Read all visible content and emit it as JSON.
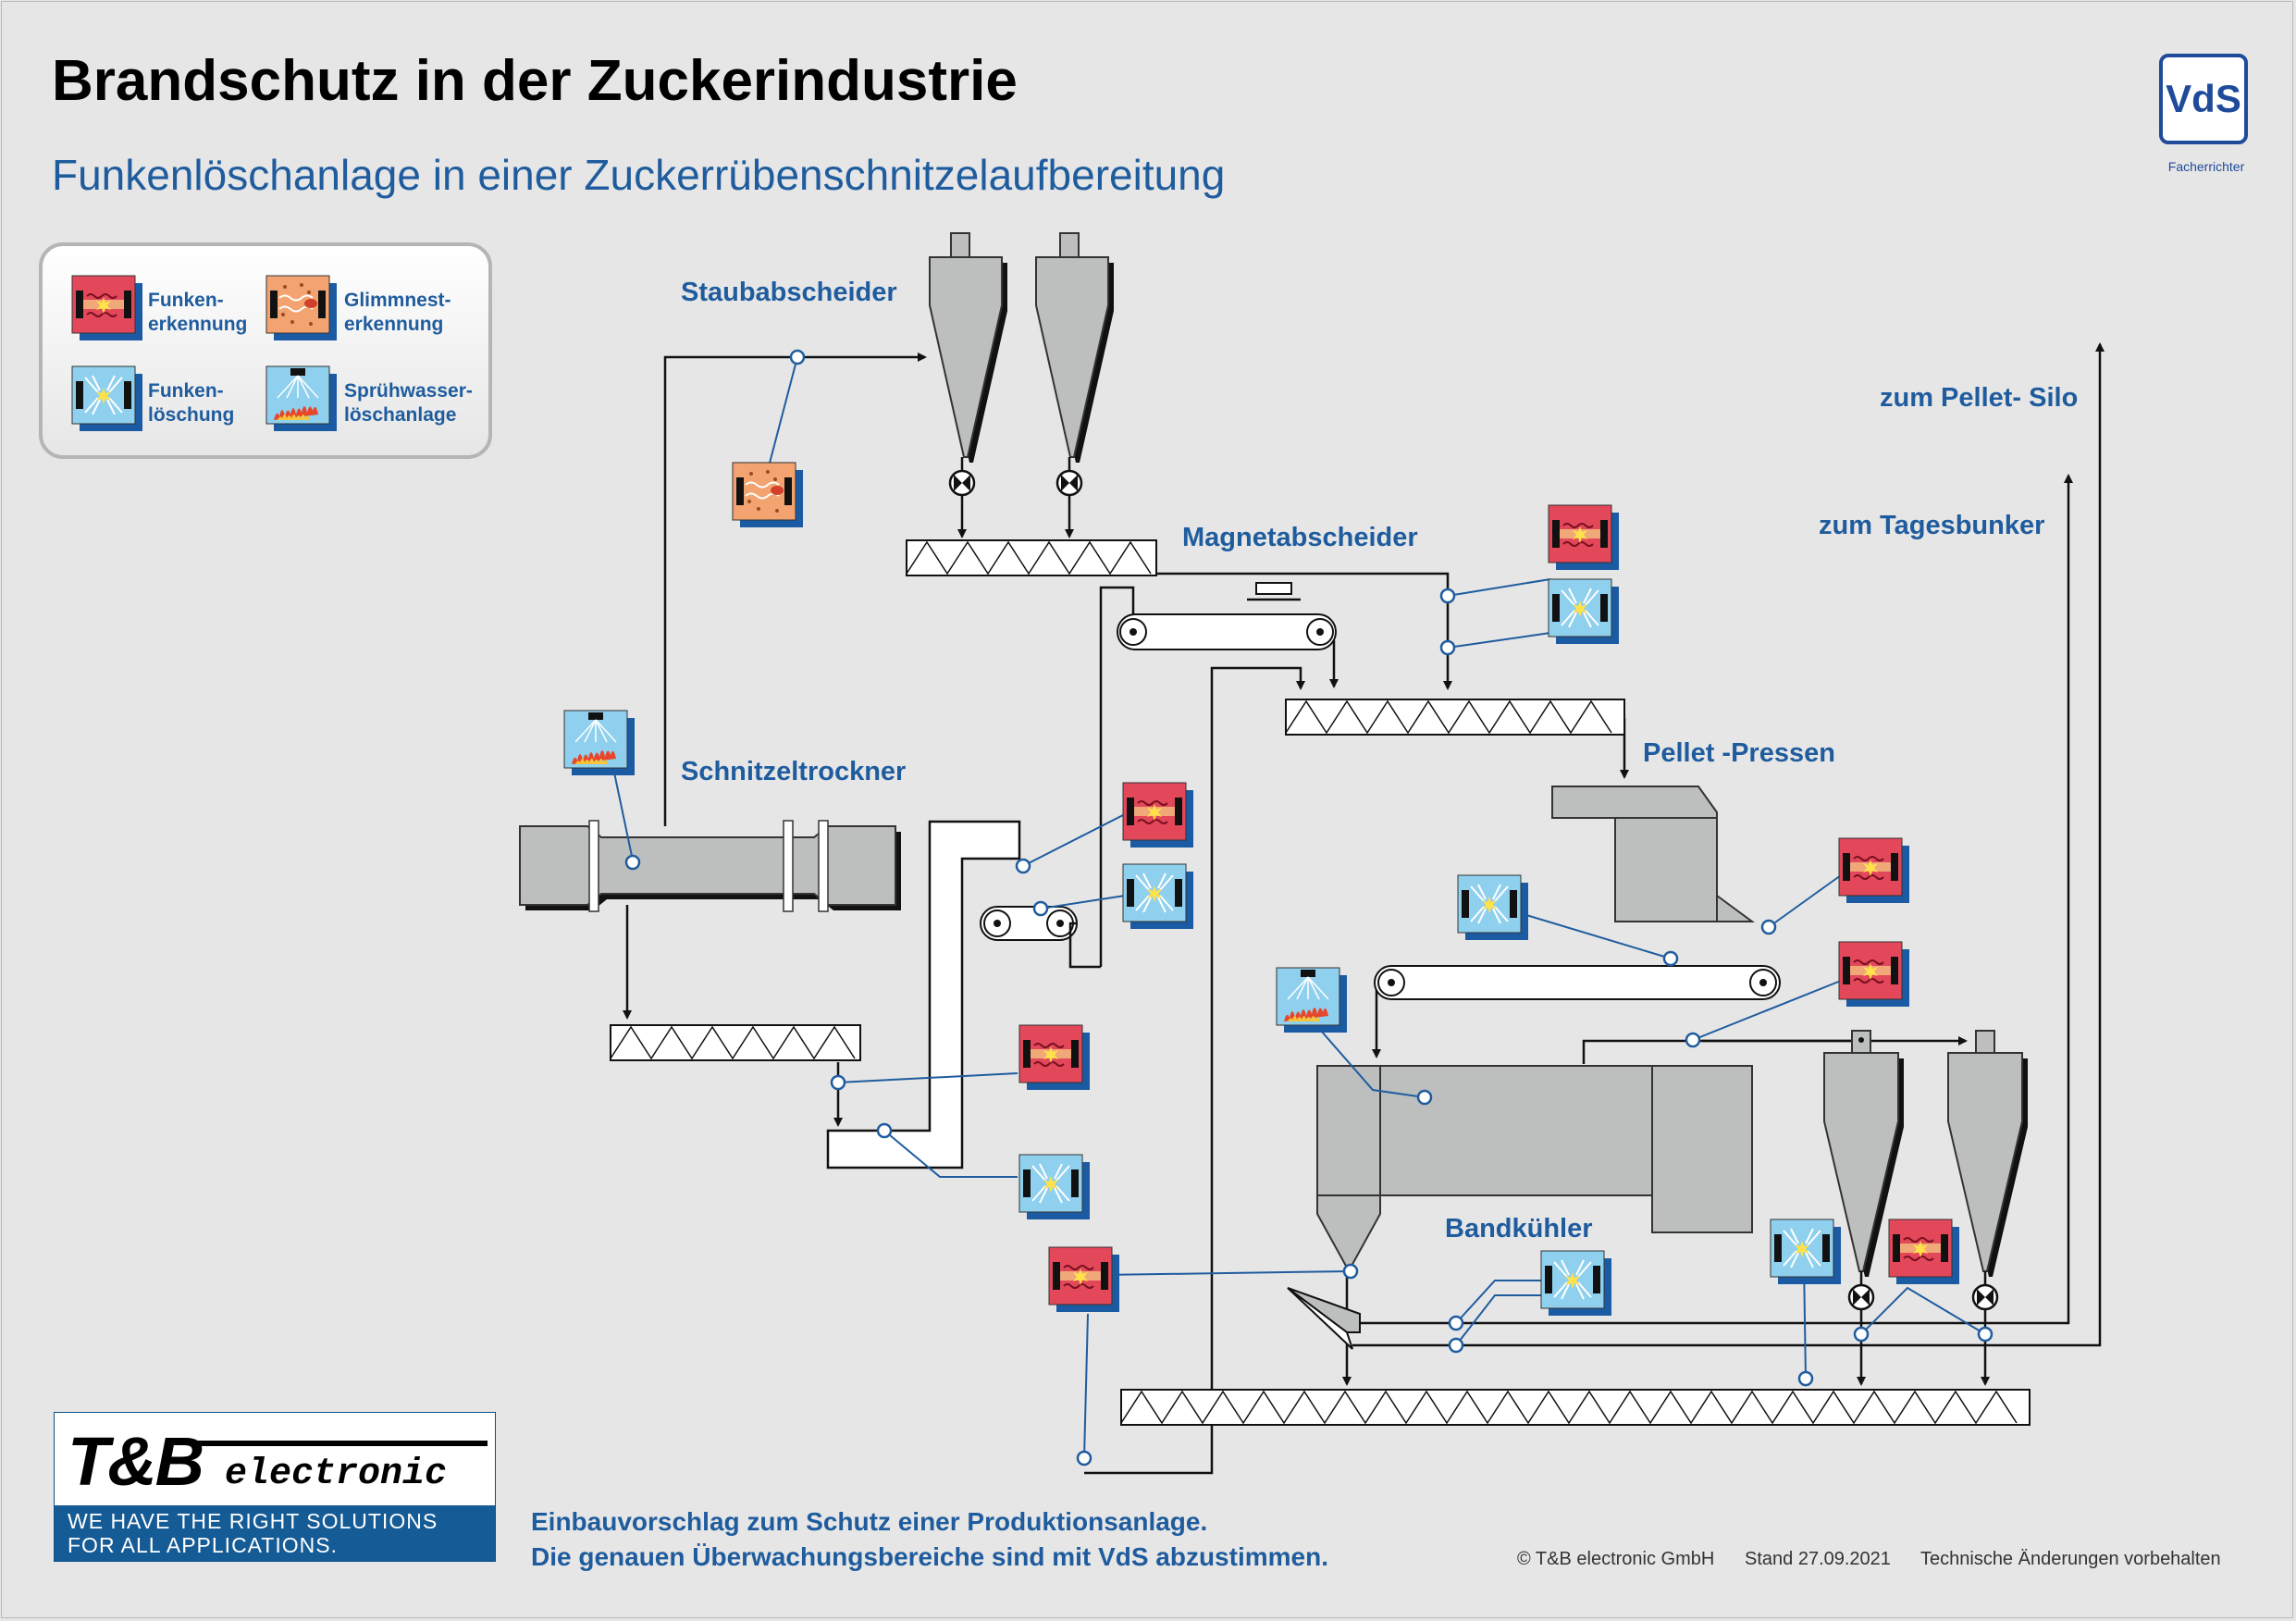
{
  "header": {
    "title": "Brandschutz in der Zuckerindustrie",
    "subtitle": "Funkenlöschanlage in einer Zuckerrübenschnitzelaufbereitung"
  },
  "badge": {
    "text": "VdS",
    "caption": "Facherrichter"
  },
  "legend": {
    "items": [
      {
        "line1": "Funken-",
        "line2": "erkennung",
        "icon": "spark-detector-icon"
      },
      {
        "line1": "Glimmnest-",
        "line2": "erkennung",
        "icon": "ember-detector-icon"
      },
      {
        "line1": "Funken-",
        "line2": "löschung",
        "icon": "spark-extinguisher-icon"
      },
      {
        "line1": "Sprühwasser-",
        "line2": "löschanlage",
        "icon": "water-spray-icon"
      }
    ]
  },
  "labels": {
    "staubabscheider": "Staubabscheider",
    "magnetabscheider": "Magnetabscheider",
    "schnitzeltrockner": "Schnitzeltrockner",
    "pellet_pressen": "Pellet -Pressen",
    "bandkuehler": "Bandkühler",
    "pellet_silo": "zum Pellet- Silo",
    "tagesbunker": "zum Tagesbunker"
  },
  "logo": {
    "name_main": "T&B",
    "name_sub": "electronic",
    "slogan_line1": "WE HAVE THE RIGHT SOLUTIONS",
    "slogan_line2": "FOR ALL APPLICATIONS."
  },
  "note": {
    "line1": "Einbauvorschlag zum Schutz einer Produktionsanlage.",
    "line2": "Die genauen Überwachungsbereiche sind mit VdS abzustimmen."
  },
  "footer": {
    "copyright": "© T&B electronic GmbH",
    "date": "Stand 27.09.2021",
    "disclaimer": "Technische Änderungen vorbehalten"
  },
  "colors": {
    "text_blue": "#1f5c9e",
    "detector_red": "#e3475a",
    "ember_orange": "#f2a370",
    "extinguisher_blue": "#8fd0ee",
    "equipment_gray": "#bdbfbf",
    "line_blue": "#1f5c9e"
  }
}
